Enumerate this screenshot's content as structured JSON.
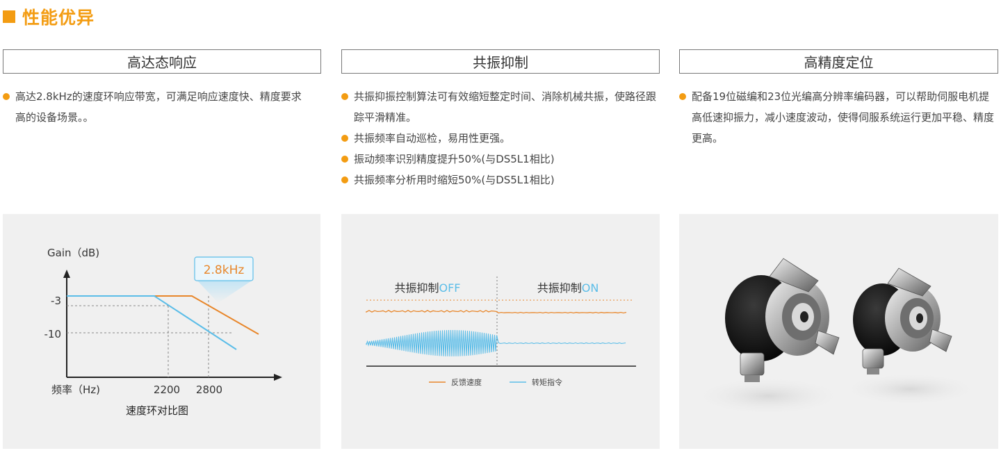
{
  "header": {
    "title": "性能优异"
  },
  "features": [
    {
      "title": "高达态响应",
      "bullets": [
        "高达2.8kHz的速度环响应带宽，可满足响应速度快、精度要求高的设备场景。。"
      ]
    },
    {
      "title": "共振抑制",
      "bullets": [
        "共振抑振控制算法可有效缩短整定时间、消除机械共振，使路径跟踪平滑精准。",
        "共振频率自动巡检，易用性更强。",
        "振动频率识别精度提升50%(与DS5L1相比)",
        "共振频率分析用时缩短50%(与DS5L1相比)"
      ]
    },
    {
      "title": "高精度定位",
      "bullets": [
        "配备19位磁编和23位光编高分辨率编码器，可以帮助伺服电机提高低速抑振力，减小速度波动，使得伺服系统运行更加平稳、精度更高。"
      ]
    }
  ],
  "panel1": {
    "ylabel": "Gain（dB)",
    "xlabel": "频率（Hz)",
    "caption": "速度环对比图",
    "callout": "2.8kHz",
    "ytick_a": "-3",
    "ytick_b": "-10",
    "xtick_a": "2200",
    "xtick_b": "2800",
    "colors": {
      "orange": "#e8862a",
      "blue": "#5bbde8"
    }
  },
  "panel2": {
    "left_label_prefix": "共振抑制",
    "left_label_state": "OFF",
    "right_label_prefix": "共振抑制",
    "right_label_state": "ON",
    "legend": [
      "反馈速度",
      "转矩指令"
    ],
    "colors": {
      "orange": "#e8862a",
      "blue": "#5bbde8"
    }
  },
  "panel3": {
    "image": "encoder-product-photo"
  }
}
